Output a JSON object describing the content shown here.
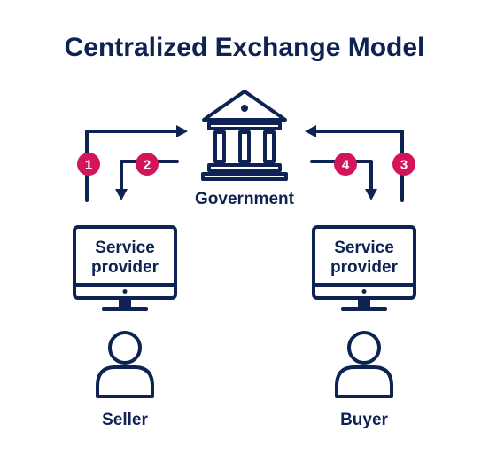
{
  "title": "Centralized Exchange Model",
  "government": {
    "label": "Government",
    "icon": "bank-building-icon"
  },
  "seller": {
    "monitor_line1": "Service",
    "monitor_line2": "provider",
    "label": "Seller",
    "icon": "person-icon"
  },
  "buyer": {
    "monitor_line1": "Service",
    "monitor_line2": "provider",
    "label": "Buyer",
    "icon": "person-icon"
  },
  "steps": [
    "1",
    "2",
    "3",
    "4"
  ],
  "colors": {
    "navy": "#0e2354",
    "badge": "#d4145a",
    "background": "#ffffff"
  }
}
